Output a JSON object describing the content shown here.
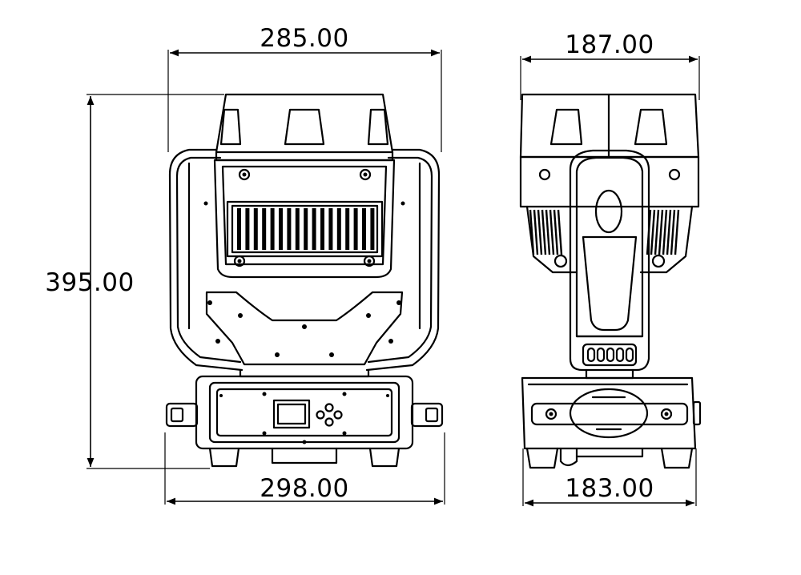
{
  "dimensions": {
    "front_top_width": "285.00",
    "front_height": "395.00",
    "front_bottom_width": "298.00",
    "side_top_width": "187.00",
    "side_bottom_width": "183.00"
  }
}
